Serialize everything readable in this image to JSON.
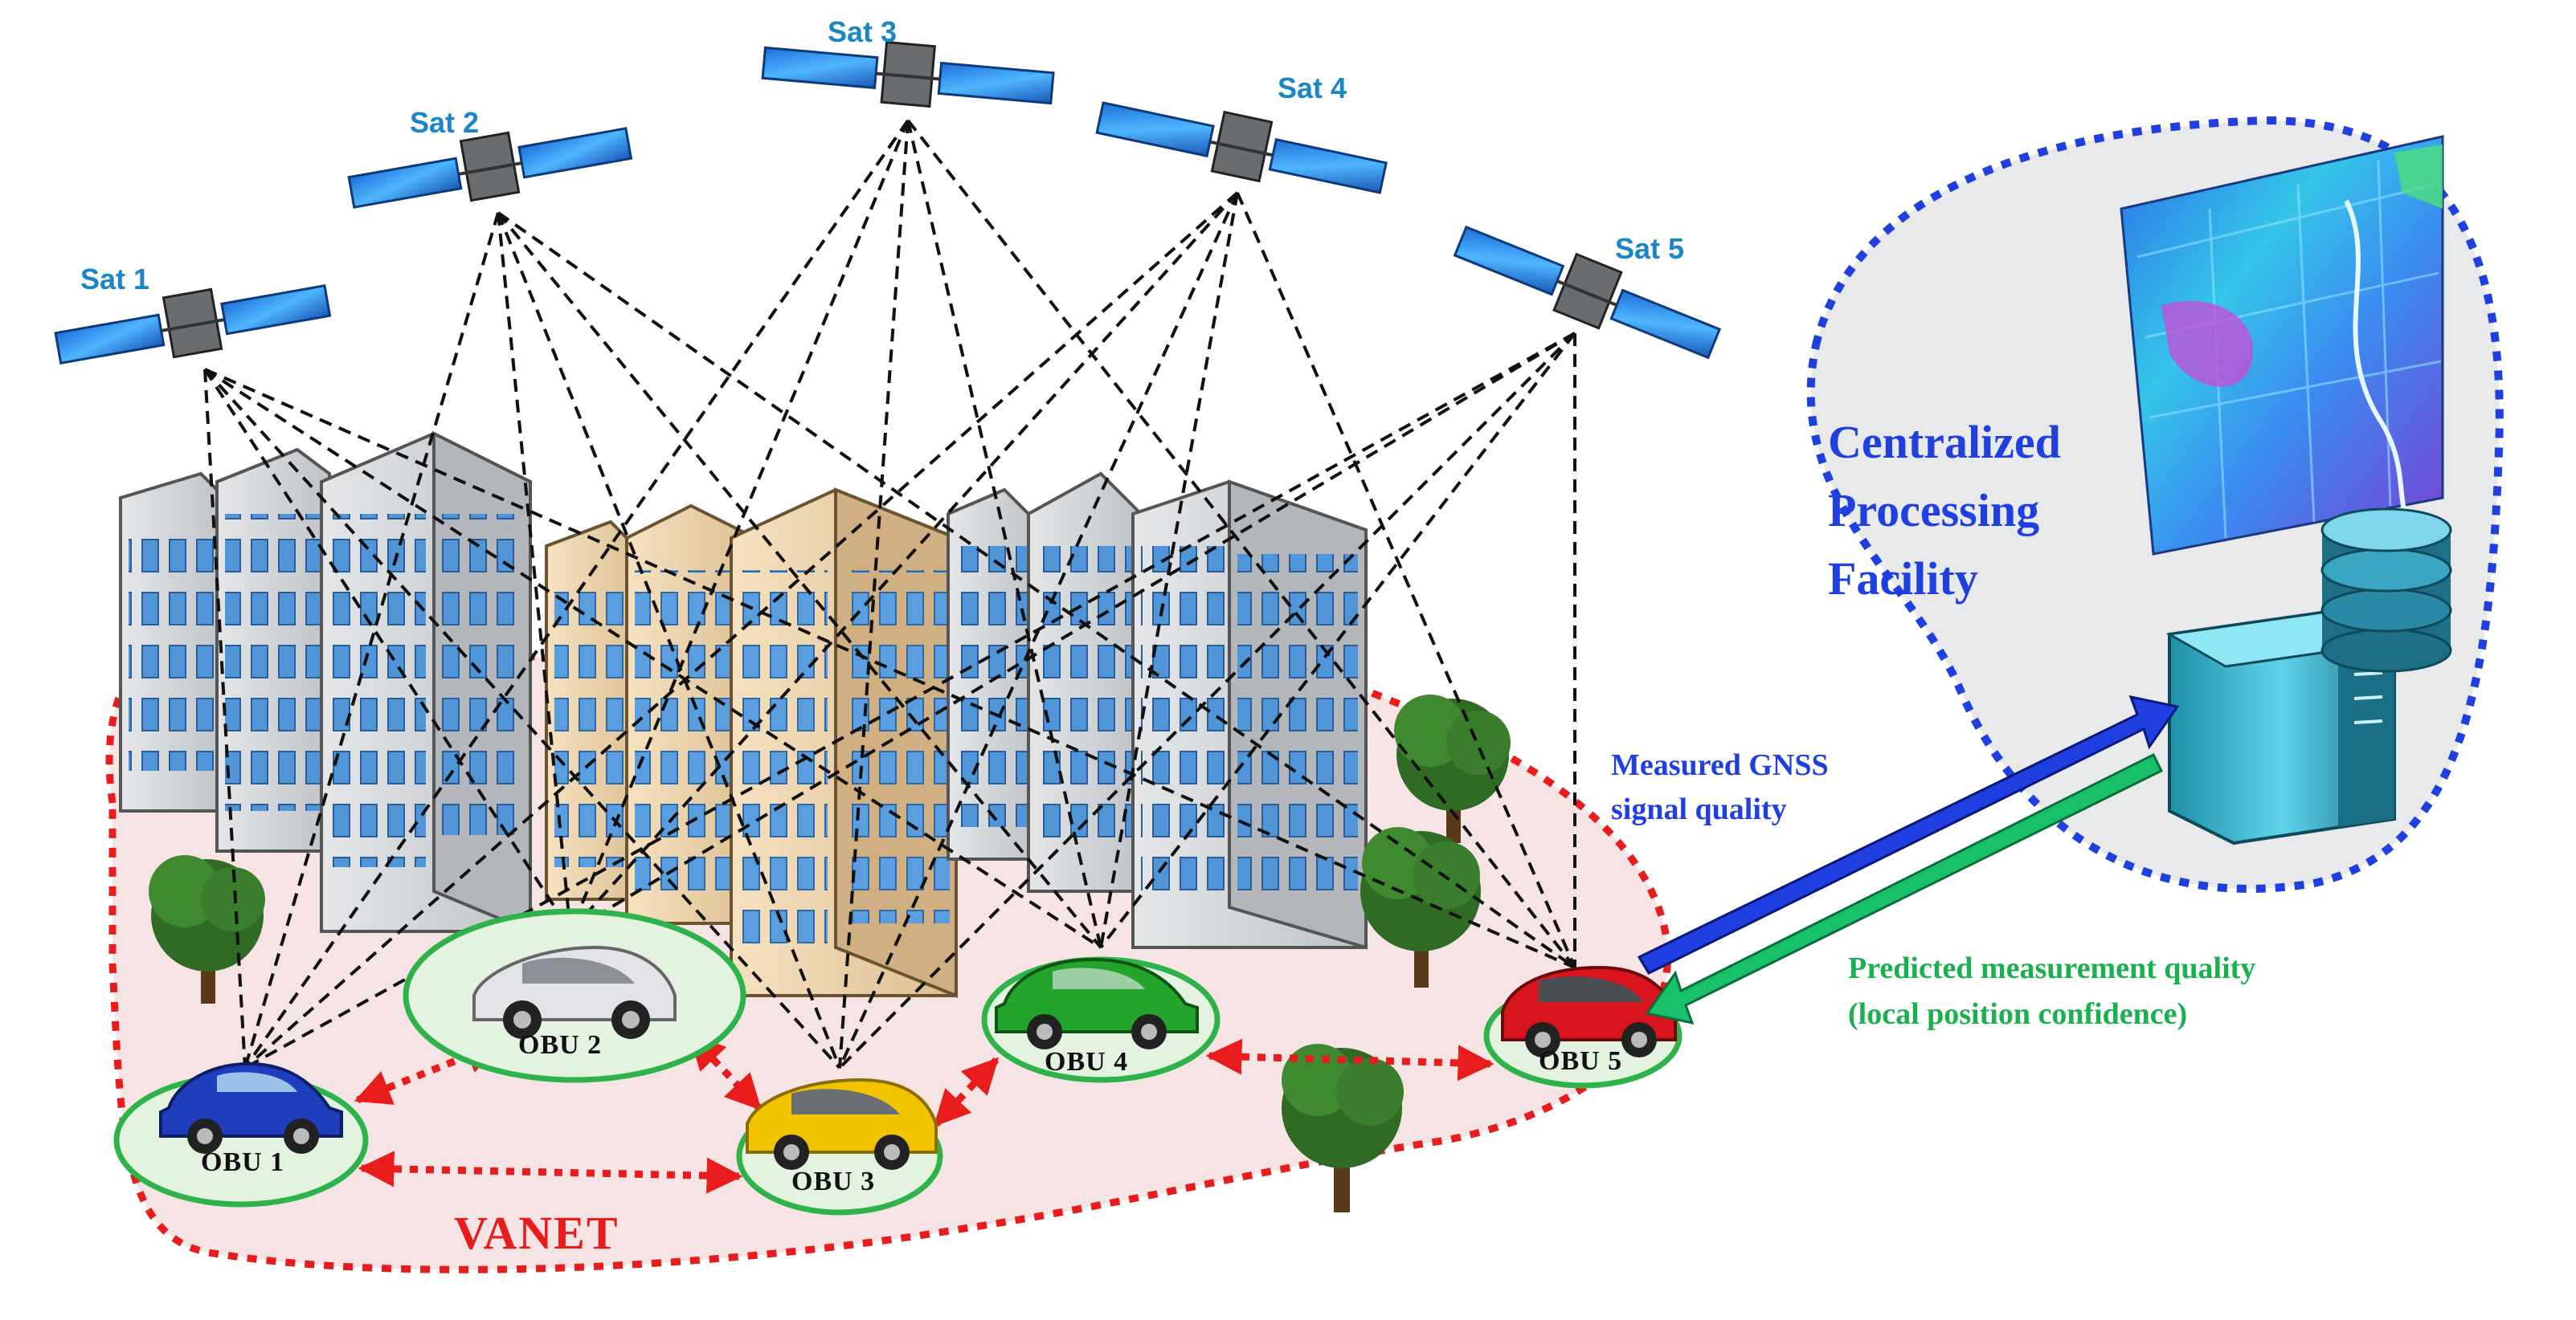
{
  "satellites": [
    {
      "id": "sat1",
      "label": "Sat 1"
    },
    {
      "id": "sat2",
      "label": "Sat 2"
    },
    {
      "id": "sat3",
      "label": "Sat 3"
    },
    {
      "id": "sat4",
      "label": "Sat 4"
    },
    {
      "id": "sat5",
      "label": "Sat 5"
    }
  ],
  "obus": [
    {
      "id": "obu1",
      "label": "OBU 1",
      "color": "#1f3fbf"
    },
    {
      "id": "obu2",
      "label": "OBU 2",
      "color": "#cfd2d6"
    },
    {
      "id": "obu3",
      "label": "OBU 3",
      "color": "#f2c400"
    },
    {
      "id": "obu4",
      "label": "OBU 4",
      "color": "#22a52a"
    },
    {
      "id": "obu5",
      "label": "OBU 5",
      "color": "#d8141c"
    }
  ],
  "network": {
    "label": "VANET"
  },
  "facility": {
    "lines": [
      "Centralized",
      "Processing",
      "Facility"
    ]
  },
  "uplink": {
    "lines": [
      "Measured GNSS",
      "signal quality"
    ]
  },
  "downlink": {
    "lines": [
      "Predicted measurement quality",
      "(local position confidence)"
    ]
  },
  "colors": {
    "satellite_label": "#1a86c8",
    "vanet": "#e81c1c",
    "facility_border": "#1f3fe0",
    "uplink": "#1f3fe0",
    "downlink": "#19c26a",
    "obu_ring": "#2eb24a"
  }
}
